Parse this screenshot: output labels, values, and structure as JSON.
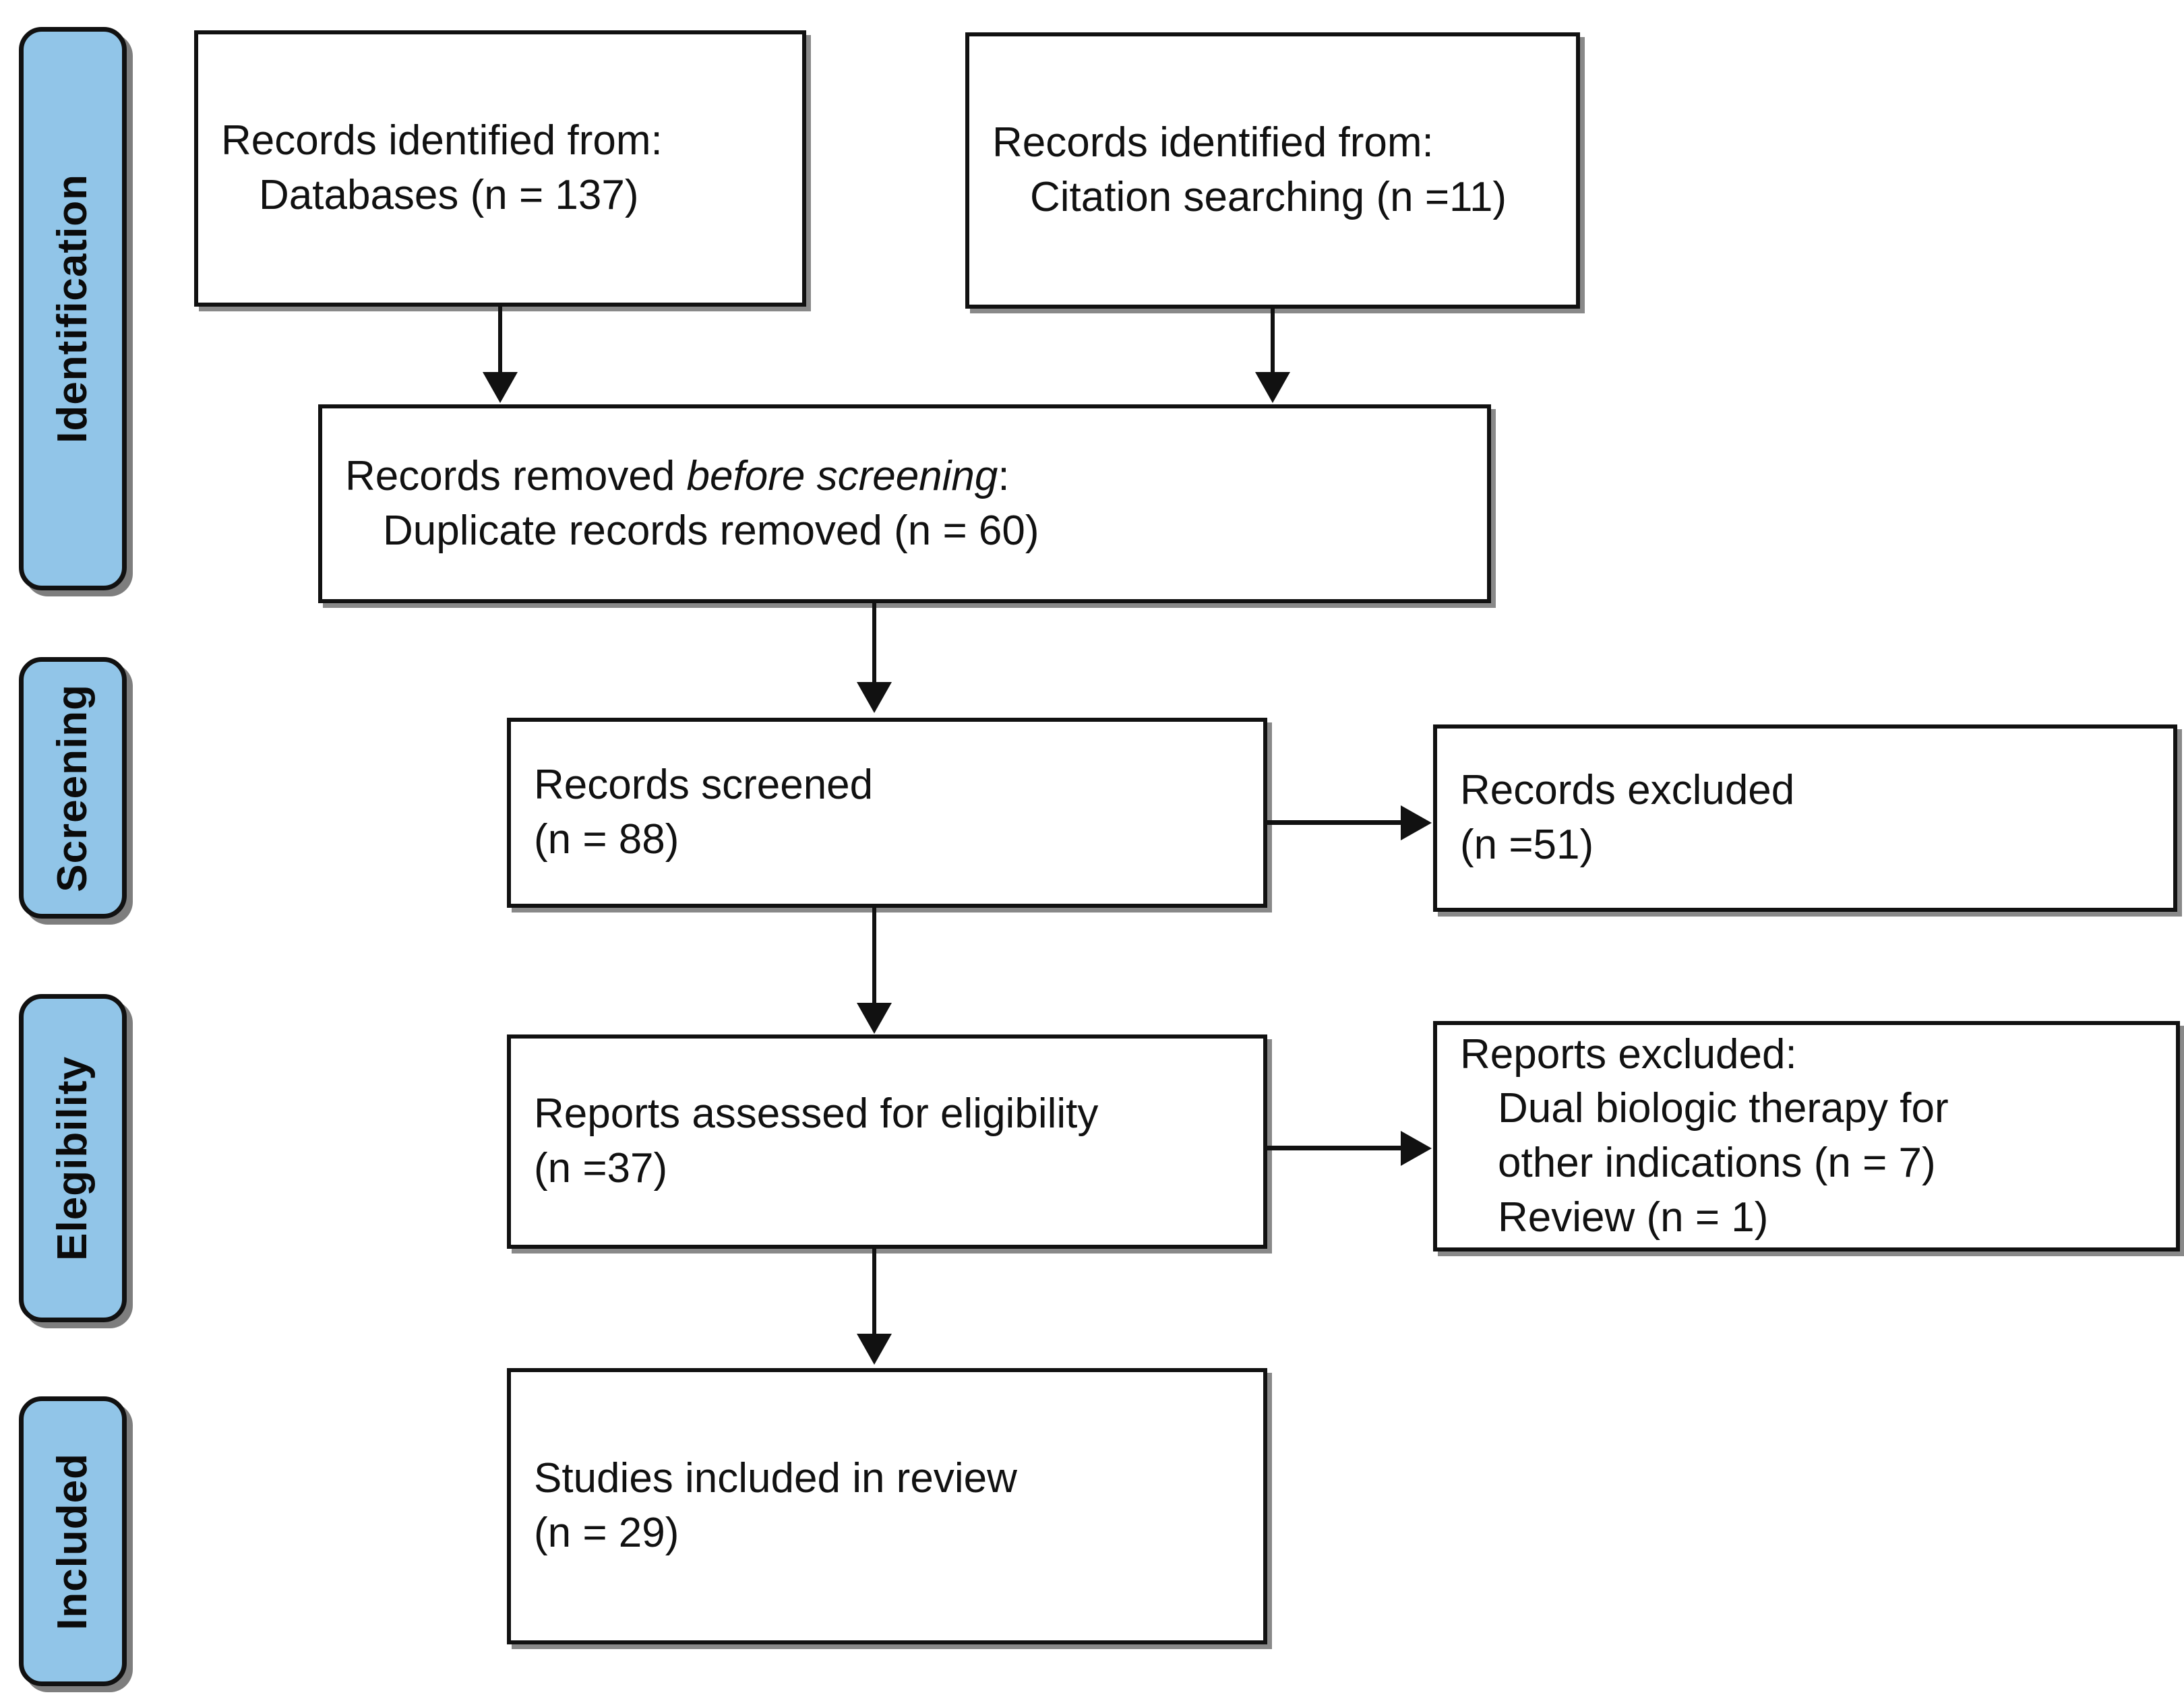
{
  "diagram": {
    "type": "prisma-flow-diagram",
    "stages": [
      {
        "id": "identification",
        "label": "Identification"
      },
      {
        "id": "screening",
        "label": "Screening"
      },
      {
        "id": "eligibility",
        "label": "Elegibility"
      },
      {
        "id": "included",
        "label": "Included"
      }
    ],
    "boxes": {
      "databases": {
        "line1": "Records identified from:",
        "line2": "Databases (n = 137)",
        "count": 137
      },
      "citation": {
        "line1": "Records identified from:",
        "line2": "Citation searching (n =11)",
        "count": 11
      },
      "removed_before_screening": {
        "line1_a": "Records removed ",
        "line1_em": "before screening",
        "line1_b": ":",
        "line2": "Duplicate records removed  (n = 60)",
        "count": 60
      },
      "records_screened": {
        "line1": "Records screened",
        "line2": "(n = 88)",
        "count": 88
      },
      "records_excluded": {
        "line1": "Records excluded",
        "line2": "(n =51)",
        "count": 51
      },
      "reports_assessed": {
        "line1": "Reports assessed for eligibility",
        "line2": "(n =37)",
        "count": 37
      },
      "reports_excluded": {
        "line1": "Reports excluded:",
        "line2": "Dual biologic therapy for",
        "line3": "other indications (n = 7)",
        "line4": "Review (n = 1)",
        "count_dual_biologic": 7,
        "count_review": 1
      },
      "studies_included": {
        "line1": "Studies included in review",
        "line2": "(n = 29)",
        "count": 29
      }
    },
    "colors": {
      "stage_fill": "#91C5E8",
      "stroke": "#111111",
      "box_fill": "#FFFFFF"
    }
  }
}
